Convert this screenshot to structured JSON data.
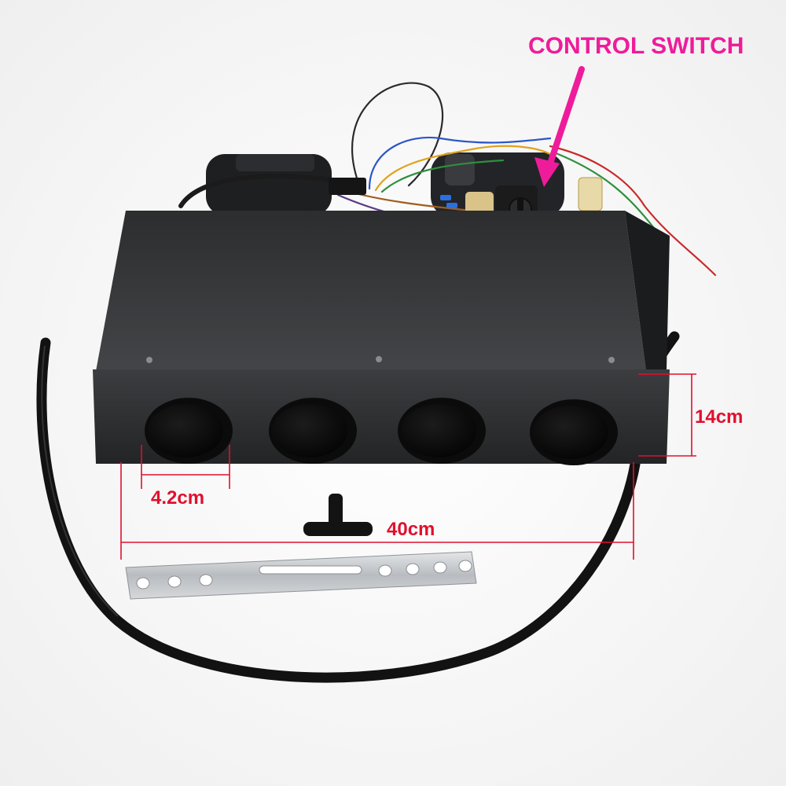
{
  "annotations": {
    "control_switch": "CONTROL SWITCH",
    "height": "14cm",
    "outlet_diameter": "4.2cm",
    "width": "40cm"
  },
  "colors": {
    "switch_annotation": "#ee1c9a",
    "dimension_annotation": "#e0102e",
    "housing": "#2a2b2d",
    "background": "#ffffff"
  }
}
